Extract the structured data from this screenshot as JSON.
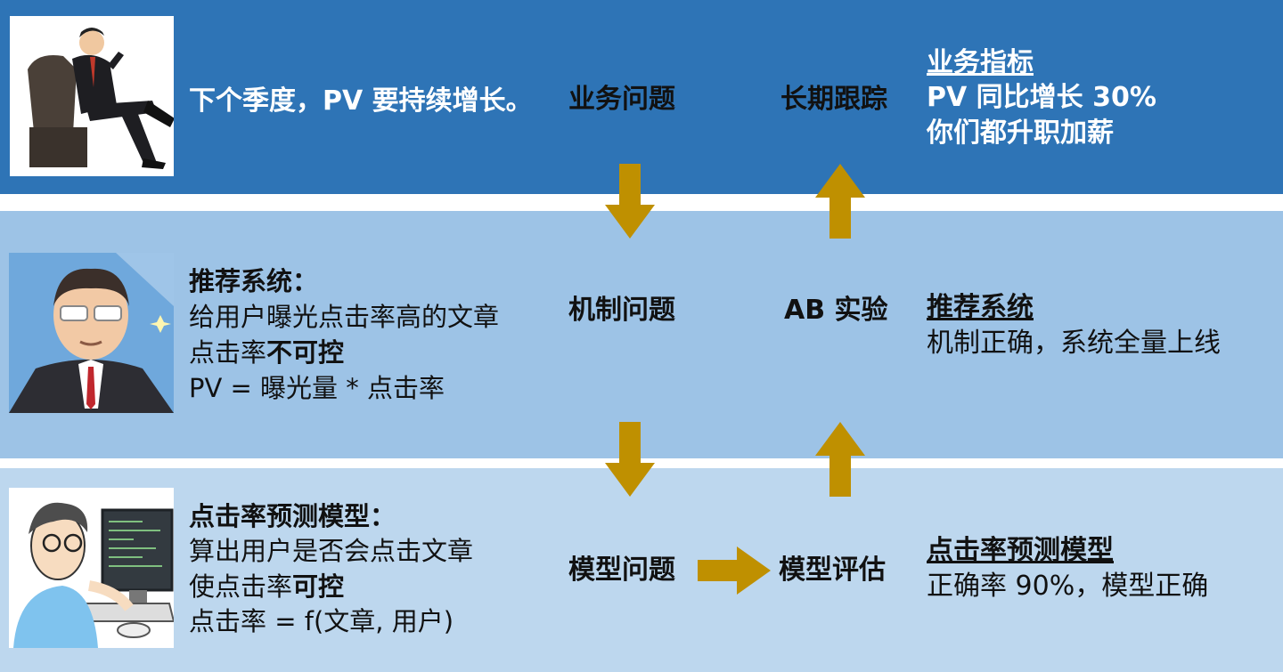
{
  "top": {
    "statement": "下个季度，PV 要持续增长。",
    "stage": "业务问题",
    "tracking": "长期跟踪",
    "result_title": "业务指标",
    "result_line1": "PV 同比增长 30%",
    "result_line2": "你们都升职加薪"
  },
  "mid": {
    "title": "推荐系统：",
    "line1": "给用户曝光点击率高的文章",
    "line2_prefix": "点击率",
    "line2_emph": "不可控",
    "line3": "PV = 曝光量 * 点击率",
    "stage": "机制问题",
    "experiment": "AB 实验",
    "result_title": "推荐系统",
    "result_line": "机制正确，系统全量上线"
  },
  "bot": {
    "title": "点击率预测模型：",
    "line1": "算出用户是否会点击文章",
    "line2_prefix": "使点击率",
    "line2_emph": "可控",
    "line3": "点击率 = f(文章, 用户)",
    "stage": "模型问题",
    "evaluation": "模型评估",
    "result_title": "点击率预测模型",
    "result_line": "正确率 90%，模型正确"
  },
  "colors": {
    "top_band": "#2e74b6",
    "mid_band": "#9dc3e6",
    "bottom_band": "#bdd7ee",
    "arrow": "#bf9000"
  },
  "icons": [
    "businessman-in-chair-illustration",
    "manager-portrait-illustration",
    "programmer-at-computer-illustration"
  ]
}
